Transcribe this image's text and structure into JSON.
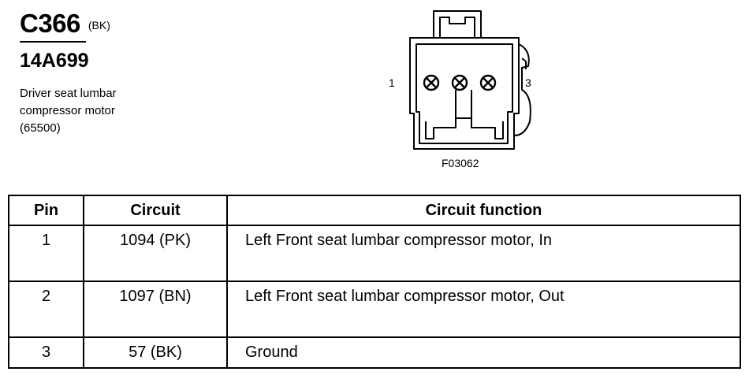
{
  "header": {
    "connector_id": "C366",
    "connector_color": "(BK)",
    "part_number": "14A699",
    "description_lines": [
      "Driver seat lumbar",
      "compressor motor",
      "(65500)"
    ]
  },
  "diagram": {
    "pin_left_label": "1",
    "pin_right_label": "3",
    "figure_code": "F03062",
    "cavity_count": 3
  },
  "table": {
    "headers": [
      "Pin",
      "Circuit",
      "Circuit function"
    ],
    "rows": [
      {
        "pin": "1",
        "circuit": "1094 (PK)",
        "function": "Left Front seat lumbar compressor motor, In"
      },
      {
        "pin": "2",
        "circuit": "1097 (BN)",
        "function": "Left Front seat lumbar compressor motor, Out"
      },
      {
        "pin": "3",
        "circuit": "57 (BK)",
        "function": "Ground"
      }
    ]
  }
}
